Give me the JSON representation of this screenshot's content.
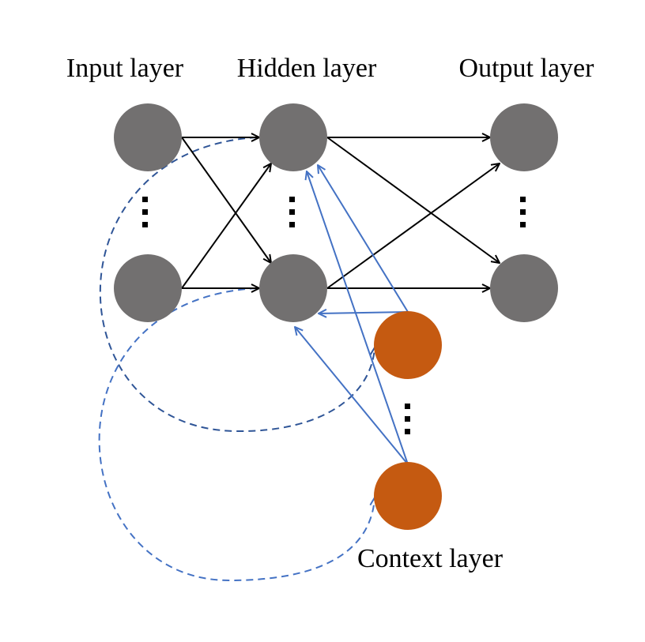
{
  "labels": {
    "input": "Input layer",
    "hidden": "Hidden layer",
    "output": "Output layer",
    "context": "Context layer"
  },
  "colors": {
    "neuron": "#727070",
    "context_neuron": "#c55a11",
    "forward_edge": "#000000",
    "context_edge": "#4472c4",
    "feedback_edge": "#2f5597",
    "feedback_edge_light": "#4472c4"
  },
  "icons": {
    "ellipsis": "vertical-dots-icon"
  }
}
